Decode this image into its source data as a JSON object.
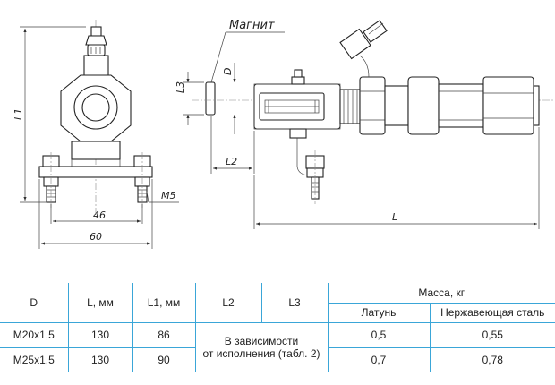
{
  "drawing": {
    "magnet_label": "Магнит",
    "dims": {
      "l1": "L1",
      "l2": "L2",
      "l3": "L3",
      "l": "L",
      "d": "D",
      "m5": "M5",
      "w46": "46",
      "w60": "60"
    }
  },
  "table": {
    "headers": {
      "d": "D",
      "l": "L, мм",
      "l1": "L1, мм",
      "l2": "L2",
      "l3": "L3",
      "mass": "Масса, кг",
      "brass": "Латунь",
      "steel": "Нержавеющая сталь"
    },
    "rows": [
      {
        "d": "M20x1,5",
        "l": "130",
        "l1": "86",
        "brass": "0,5",
        "steel": "0,55"
      },
      {
        "d": "M25x1,5",
        "l": "130",
        "l1": "90",
        "brass": "0,7",
        "steel": "0,78"
      }
    ],
    "merged_note_line1": "В зависимости",
    "merged_note_line2": "от исполнения (табл. 2)"
  }
}
